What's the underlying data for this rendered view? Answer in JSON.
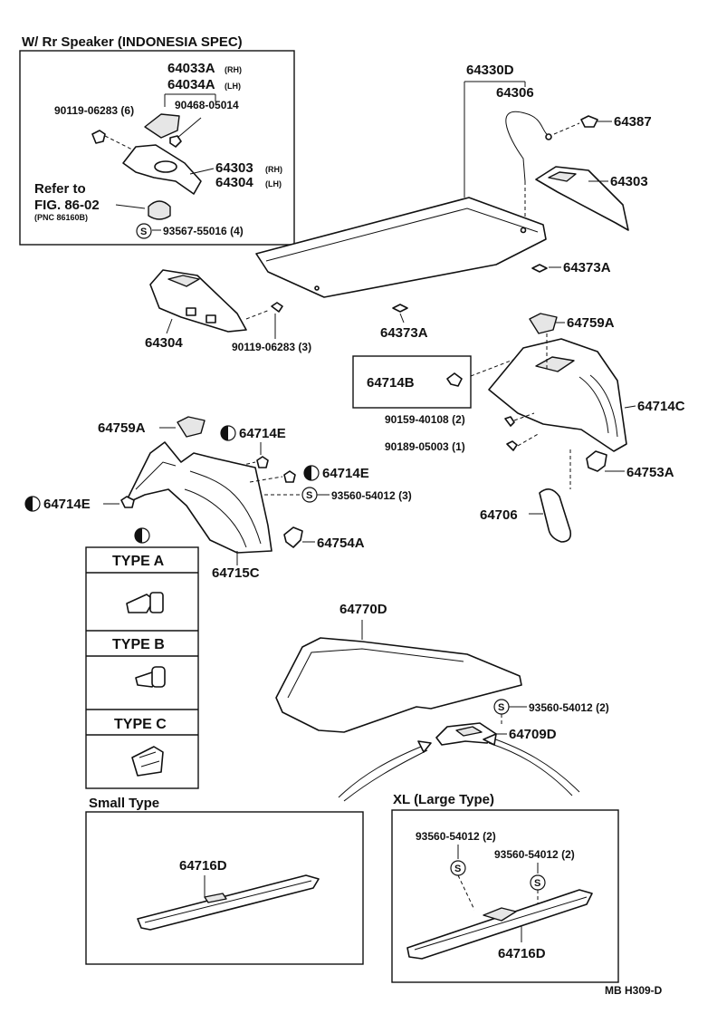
{
  "speaker_box": {
    "title": "W/ Rr Speaker (INDONESIA SPEC)",
    "refer_line1": "Refer to",
    "refer_line2": "FIG. 86-02",
    "refer_line3": "(PNC 86160B)",
    "p_64033A": "64033A",
    "rh1": "(RH)",
    "p_64034A": "64034A",
    "lh1": "(LH)",
    "p_90119a": "90119-06283 (6)",
    "p_90468": "90468-05014",
    "p_64303": "64303",
    "rh2": "(RH)",
    "p_64304": "64304",
    "lh2": "(LH)",
    "p_93567": "93567-55016 (4)"
  },
  "parts": {
    "p_64330D": "64330D",
    "p_64306": "64306",
    "p_64387": "64387",
    "p_64303": "64303",
    "p_64373A_r": "64373A",
    "p_64304": "64304",
    "p_90119b": "90119-06283 (3)",
    "p_64373A_c": "64373A",
    "p_64759A_r": "64759A",
    "p_64714B": "64714B",
    "p_64714C": "64714C",
    "p_90159": "90159-40108 (2)",
    "p_90189": "90189-05003 (1)",
    "p_64753A": "64753A",
    "p_64706": "64706",
    "p_64759A_l": "64759A",
    "p_64714E_1": "64714E",
    "p_64714E_2": "64714E",
    "p_64714E_3": "64714E",
    "p_93560_a": "93560-54012 (3)",
    "p_64754A": "64754A",
    "p_64715C": "64715C",
    "p_64770D": "64770D",
    "p_93560_b": "93560-54012 (2)",
    "p_64709D": "64709D"
  },
  "types": {
    "type_a": "TYPE A",
    "type_b": "TYPE B",
    "type_c": "TYPE C"
  },
  "small_box": {
    "title": "Small Type",
    "p_64716D": "64716D"
  },
  "xl_box": {
    "title": "XL (Large Type)",
    "p_93560_1": "93560-54012 (2)",
    "p_93560_2": "93560-54012 (2)",
    "p_64716D": "64716D"
  },
  "symbol_s": "S",
  "footer_code": "MB  H309-D"
}
